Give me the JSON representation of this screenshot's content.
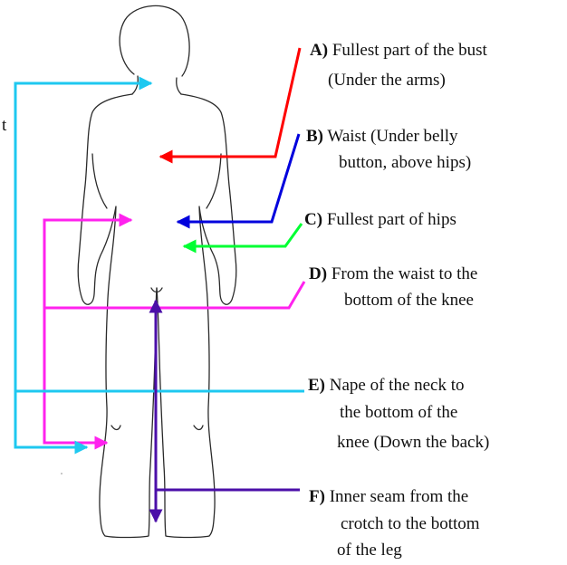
{
  "stray_text": "t",
  "colors": {
    "outline": "#2a2a2a",
    "a": "#ff0000",
    "b": "#0000dd",
    "c": "#00ff33",
    "d": "#ff22ee",
    "e": "#1ec8f0",
    "f": "#4b0fa8"
  },
  "labels": {
    "a": {
      "letter": "A)",
      "line1": "Fullest part of the bust",
      "line2": "(Under the arms)"
    },
    "b": {
      "letter": "B)",
      "line1": "Waist (Under belly",
      "line2": "button, above hips)"
    },
    "c": {
      "letter": "C)",
      "line1": "Fullest part of hips"
    },
    "d": {
      "letter": "D)",
      "line1": "From the waist to the",
      "line2": "bottom of the knee"
    },
    "e": {
      "letter": "E)",
      "line1": "Nape of the neck to",
      "line2": "the bottom of the",
      "line3": "knee (Down the back)"
    },
    "f": {
      "letter": "F)",
      "line1": "Inner seam from the",
      "line2": "crotch to the bottom",
      "line3": "of the leg"
    }
  }
}
